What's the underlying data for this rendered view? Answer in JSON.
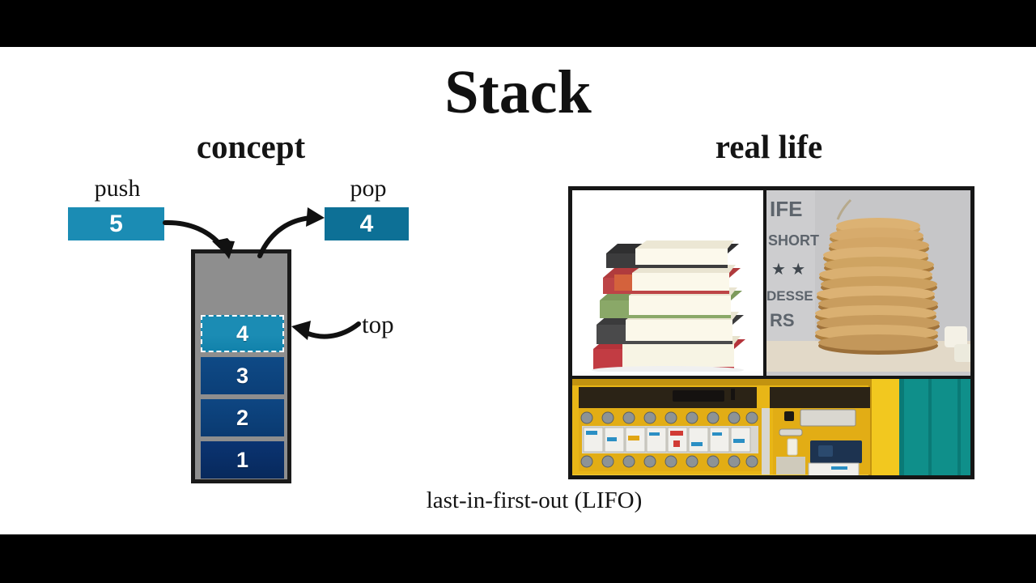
{
  "slide": {
    "title": "Stack",
    "caption": "last-in-first-out (LIFO)",
    "background_color": "#ffffff",
    "letterbox_color": "#000000"
  },
  "sections": {
    "concept": {
      "heading": "concept",
      "push": {
        "label": "push",
        "value": "5",
        "box_color": "#1b8cb4"
      },
      "pop": {
        "label": "pop",
        "value": "4",
        "box_color": "#0d7096"
      },
      "pointer": {
        "label": "top"
      },
      "stack": {
        "container_color": "#8e8e8e",
        "border_color": "#1a1a1a",
        "cells": [
          {
            "value": "4",
            "color": "#1b8cb4",
            "highlighted": "true"
          },
          {
            "value": "3",
            "color": "#0f4a86",
            "highlighted": "false"
          },
          {
            "value": "2",
            "color": "#0e4682",
            "highlighted": "false"
          },
          {
            "value": "1",
            "color": "#0a3472",
            "highlighted": "false"
          }
        ]
      }
    },
    "real_life": {
      "heading": "real life",
      "photos": [
        {
          "name": "stack-of-books",
          "alt": "A stack of hardcover books"
        },
        {
          "name": "stack-of-pancakes",
          "alt": "A tall stack of pancakes"
        },
        {
          "name": "vending-machine-trays",
          "alt": "Yellow vending machine stacked product trays"
        }
      ],
      "pancake_sign": {
        "line1": "IFE",
        "line2": "SHORT",
        "stars": "★ ★",
        "line3": "DESSE",
        "line4": "RS"
      }
    }
  }
}
